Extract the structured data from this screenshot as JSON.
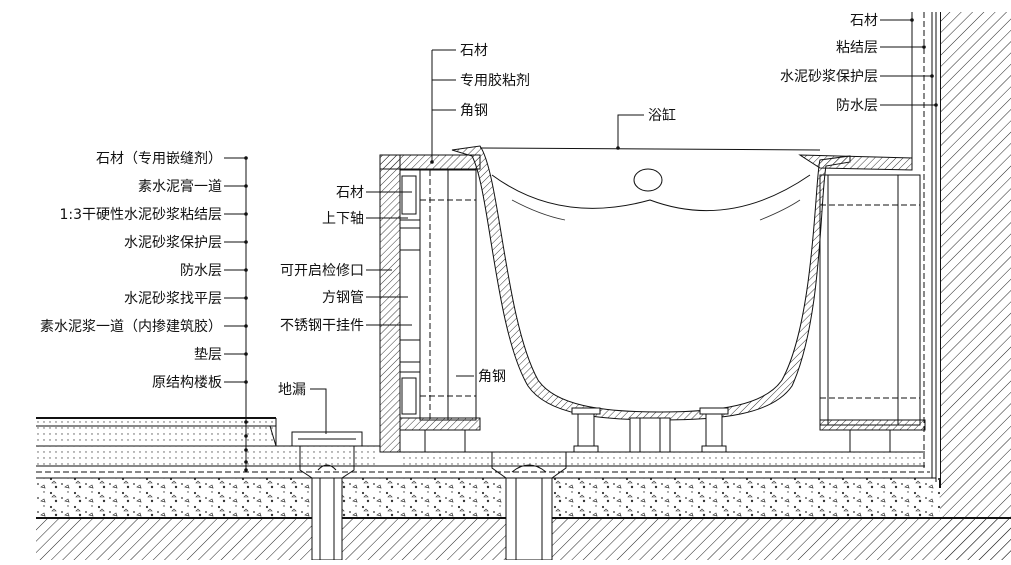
{
  "labels": {
    "left": [
      "石材（专用嵌缝剂）",
      "素水泥膏一道",
      "1:3干硬性水泥砂浆粘结层",
      "水泥砂浆保护层",
      "防水层",
      "水泥砂浆找平层",
      "素水泥浆一道（内掺建筑胶）",
      "垫层",
      "原结构楼板"
    ],
    "floor_drain": "地漏",
    "panel_top": [
      "石材",
      "专用胶粘剂",
      "角钢"
    ],
    "panel_side": [
      "石材",
      "上下轴",
      "可开启检修口",
      "方钢管",
      "不锈钢干挂件"
    ],
    "angle_steel_low": "角钢",
    "bathtub": "浴缸",
    "right_wall": [
      "石材",
      "粘结层",
      "水泥砂浆保护层",
      "防水层"
    ]
  }
}
